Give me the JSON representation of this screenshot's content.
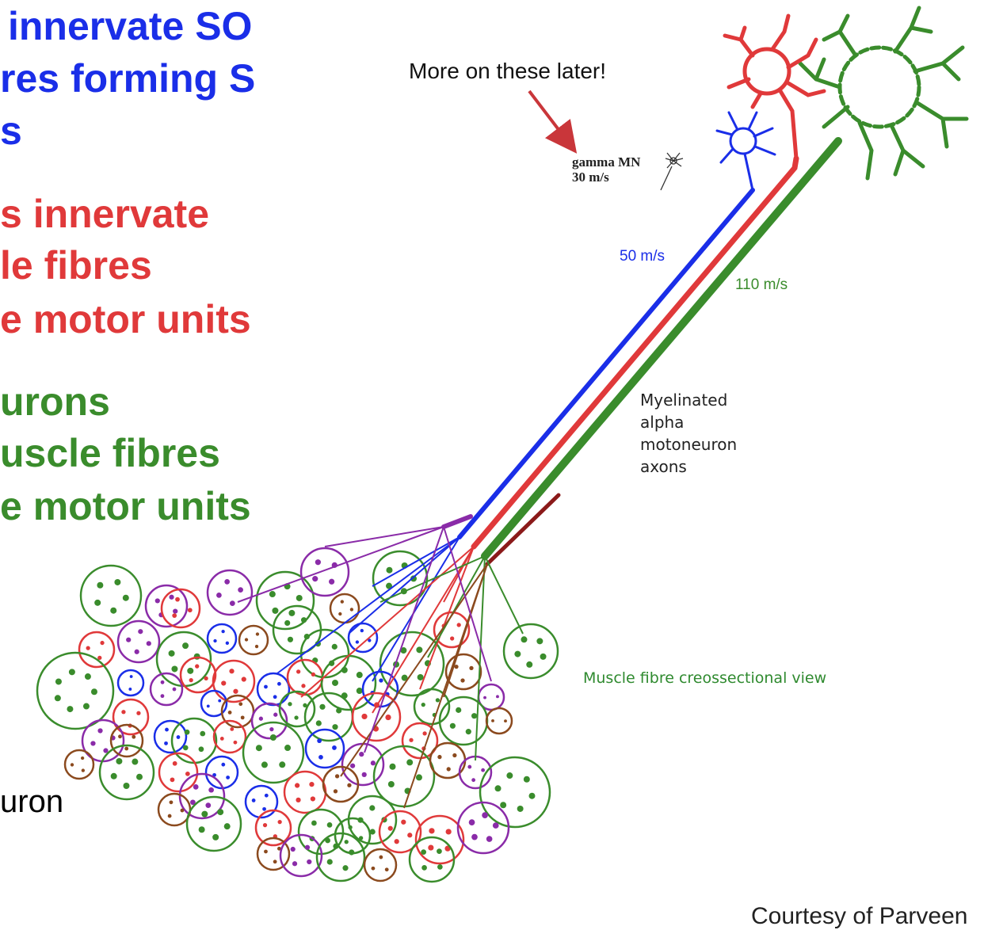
{
  "slide_text": {
    "blue_lines": [
      "innervate SO",
      "res forming S",
      "s"
    ],
    "red_lines": [
      "s innervate",
      "le fibres",
      "e motor units"
    ],
    "green_lines": [
      "urons",
      "uscle fibres",
      "e motor units"
    ],
    "black_fragment": "uron"
  },
  "annotation": {
    "note": "More on these later!",
    "gamma_label": "gamma MN",
    "gamma_speed": "30 m/s"
  },
  "speeds": {
    "blue": "50 m/s",
    "green": "110 m/s"
  },
  "axon_label_lines": [
    "Myelinated",
    "alpha",
    "motoneuron",
    "axons"
  ],
  "muscle_label": "Muscle fibre creossectional view",
  "credit": "Courtesy of Parveen",
  "colors": {
    "blue": "#1a2ee8",
    "red": "#e0393a",
    "green": "#3a8c2c",
    "purple": "#8a2ba8",
    "brown": "#8b4a1e",
    "arrow": "#c9363a"
  }
}
